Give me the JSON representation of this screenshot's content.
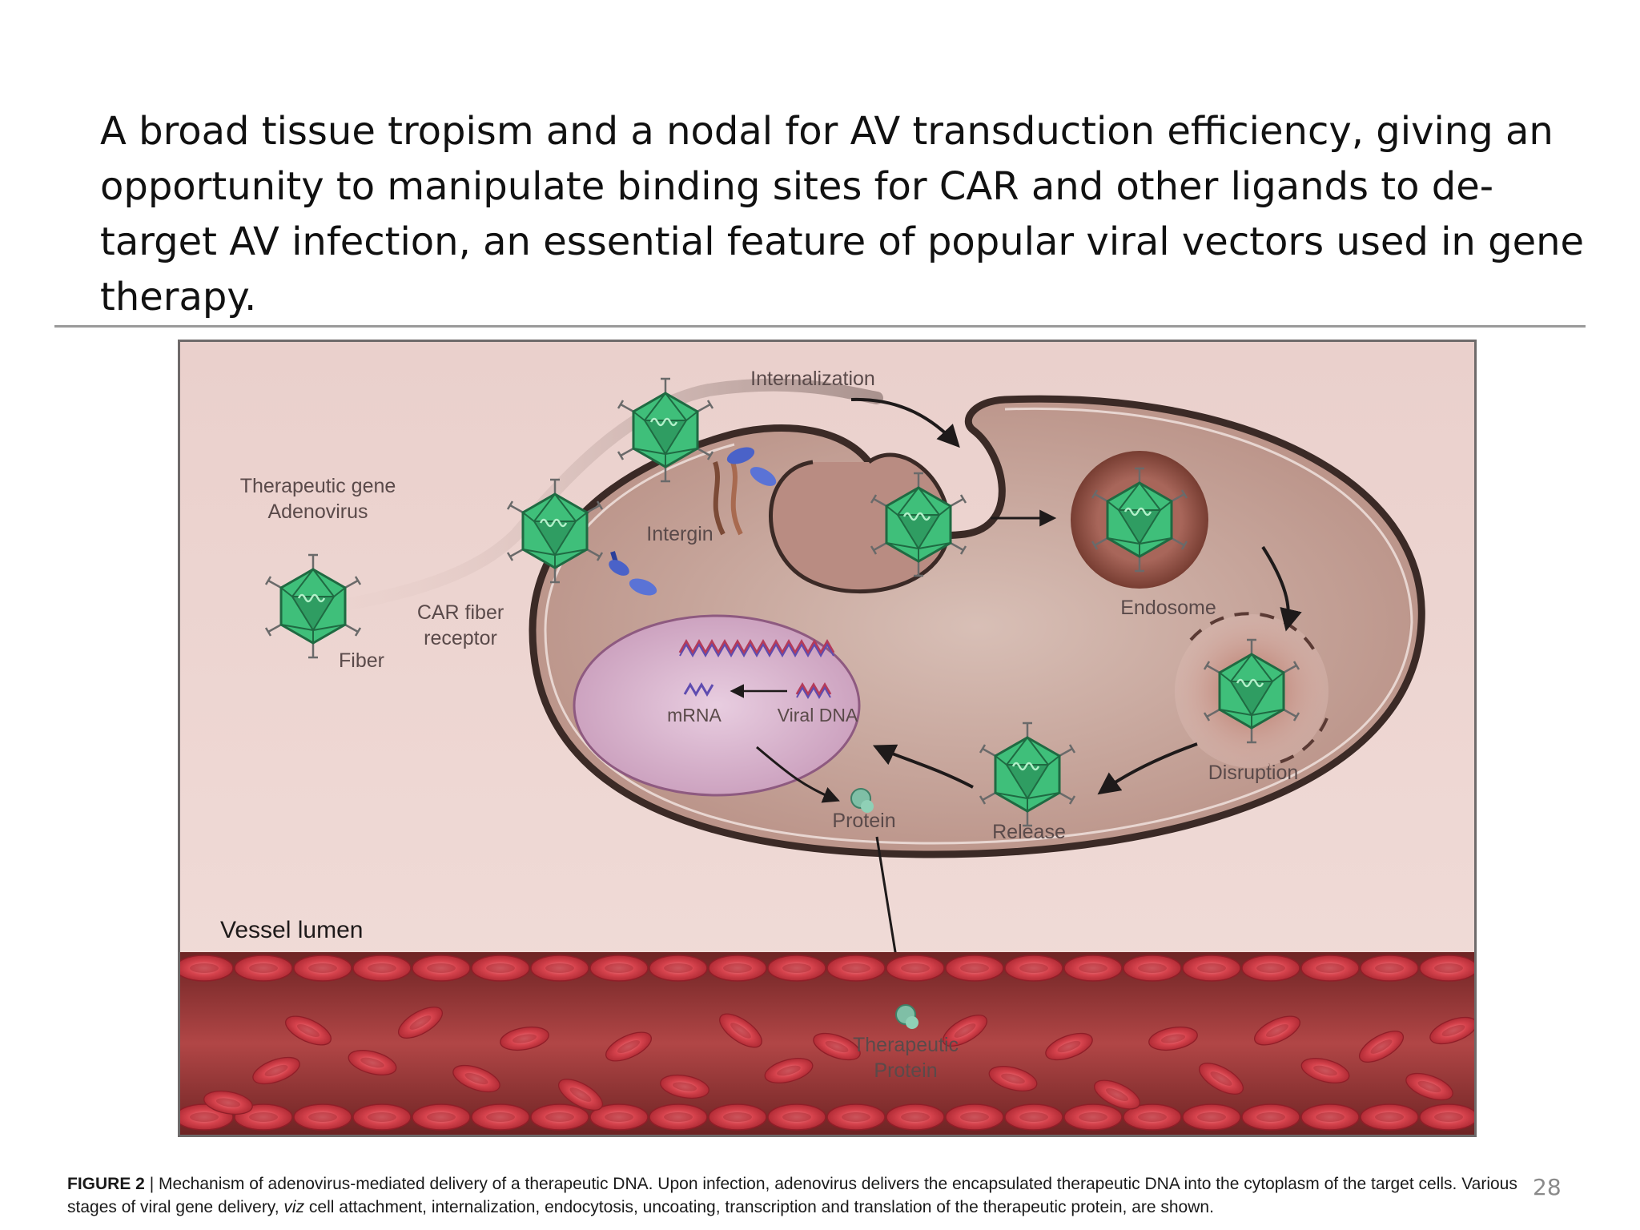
{
  "slide": {
    "body_text": "A broad tissue tropism and a nodal for AV transduction efficiency, giving an opportunity to manipulate binding sites for CAR and other ligands to de-target AV  infection, an essential feature of popular viral vectors used in gene therapy.",
    "slide_number": "28"
  },
  "figure": {
    "labels": {
      "therapeutic_gene": "Therapeutic gene",
      "adenovirus": "Adenovirus",
      "fiber": "Fiber",
      "car_fiber": "CAR fiber",
      "receptor": "receptor",
      "intergin": "Intergin",
      "internalization": "Internalization",
      "endosome": "Endosome",
      "disruption": "Disruption",
      "release": "Release",
      "mrna": "mRNA",
      "viral_dna": "Viral DNA",
      "protein": "Protein",
      "vessel_lumen": "Vessel lumen",
      "therapeutic": "Therapeutic",
      "protein2": "Protein"
    },
    "colors": {
      "cell": "#c9a79c",
      "cell_outline": "#3b2a26",
      "virus": "#3fbf7a",
      "nucleus": "#d9b6cf",
      "vessel": "#9e3a3a",
      "rbc": "#d8424a"
    }
  },
  "caption": {
    "label": "FIGURE 2",
    "separator": " | ",
    "text_before": "Mechanism of adenovirus-mediated delivery of a therapeutic DNA. Upon infection, adenovirus delivers the encapsulated therapeutic DNA into the cytoplasm of the target cells. Various stages of viral gene delivery, ",
    "italic": "viz",
    "text_after": " cell attachment, internalization, endocytosis, uncoating, transcription and translation of the therapeutic protein, are shown."
  }
}
